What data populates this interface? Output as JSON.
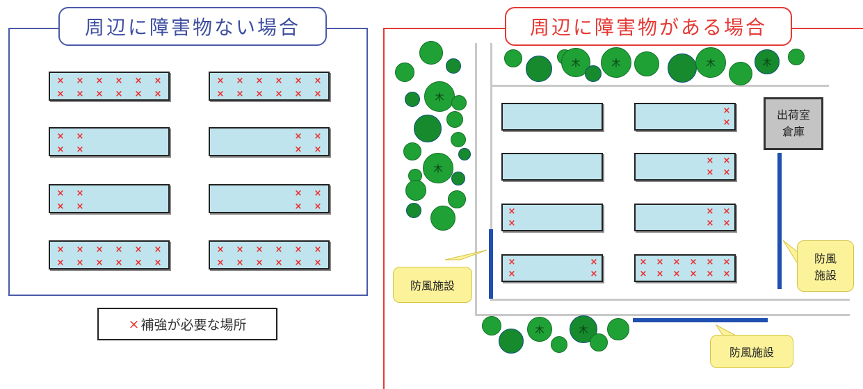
{
  "left_panel": {
    "title": "周辺に障害物ない場合"
  },
  "right_panel": {
    "title": "周辺に障害物がある場合"
  },
  "mark_symbol": "×",
  "warehouse": {
    "line1": "出荷室",
    "line2": "倉庫"
  },
  "callouts": {
    "left_fence": "防風施設",
    "right_fence_line1": "防風",
    "right_fence_line2": "施設",
    "bottom_fence": "防風施設"
  },
  "tree_label": "木",
  "legend": {
    "label": "補強が必要な場所"
  },
  "colors": {
    "left_accent": "#4a5aa8",
    "right_accent": "#e53935",
    "greenhouse_fill": "#bfe4ee",
    "reinforce_mark": "#ee2b2b",
    "tree": "#1fa136",
    "windbreak": "#1f4fb0",
    "callout": "#fbf29a"
  }
}
